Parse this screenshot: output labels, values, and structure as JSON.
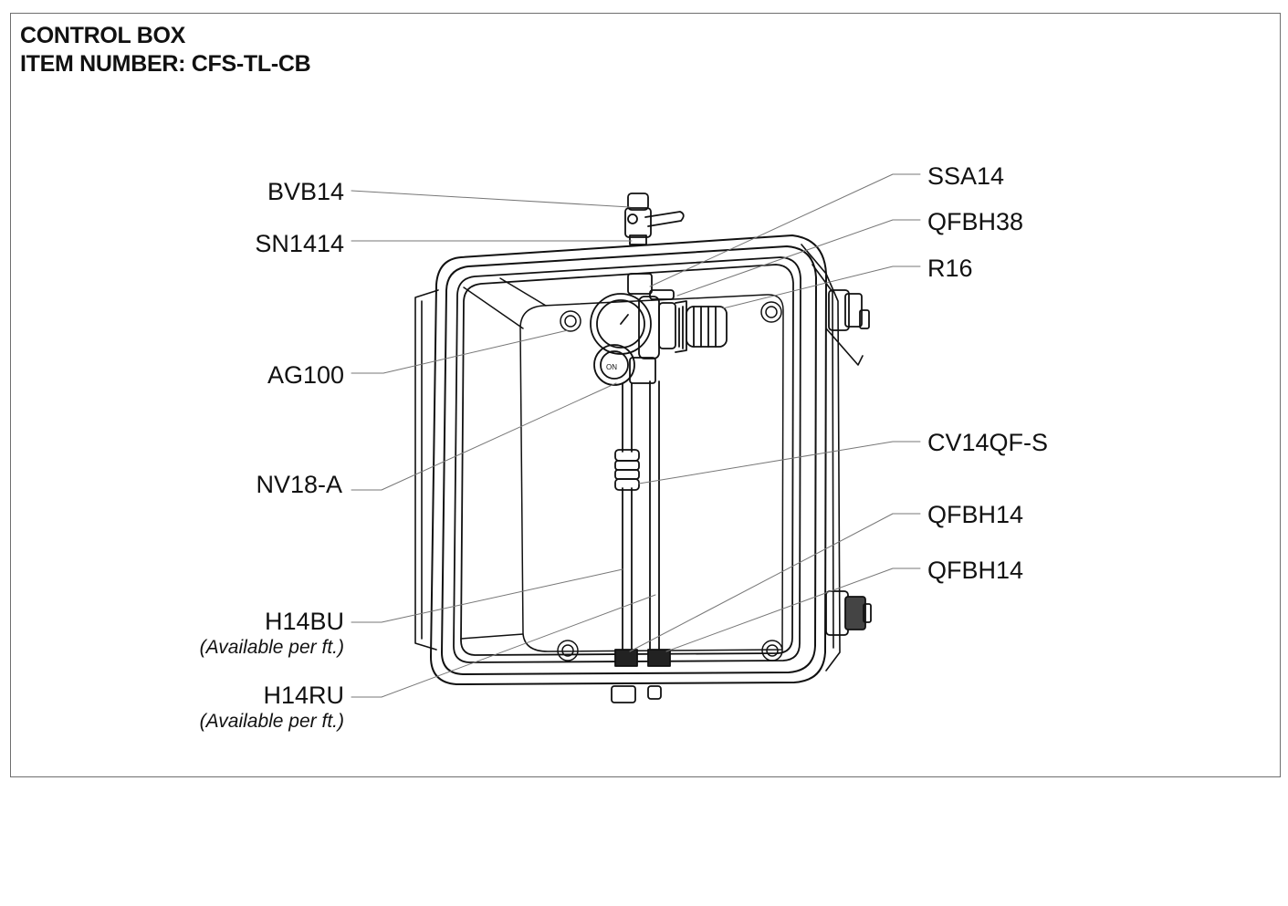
{
  "title": {
    "line1": "CONTROL BOX",
    "line2": "ITEM NUMBER: CFS-TL-CB"
  },
  "callouts": {
    "bvb14": "BVB14",
    "sn1414": "SN1414",
    "ag100": "AG100",
    "nv18a": "NV18-A",
    "h14bu": "H14BU",
    "h14bu_note": "(Available per ft.)",
    "h14ru": "H14RU",
    "h14ru_note": "(Available per ft.)",
    "ssa14": "SSA14",
    "qfbh38": "QFBH38",
    "r16": "R16",
    "cv14qfs": "CV14QF-S",
    "qfbh14_upper": "QFBH14",
    "qfbh14_lower": "QFBH14"
  },
  "gauge_marks": {
    "knob_text": "ON"
  }
}
